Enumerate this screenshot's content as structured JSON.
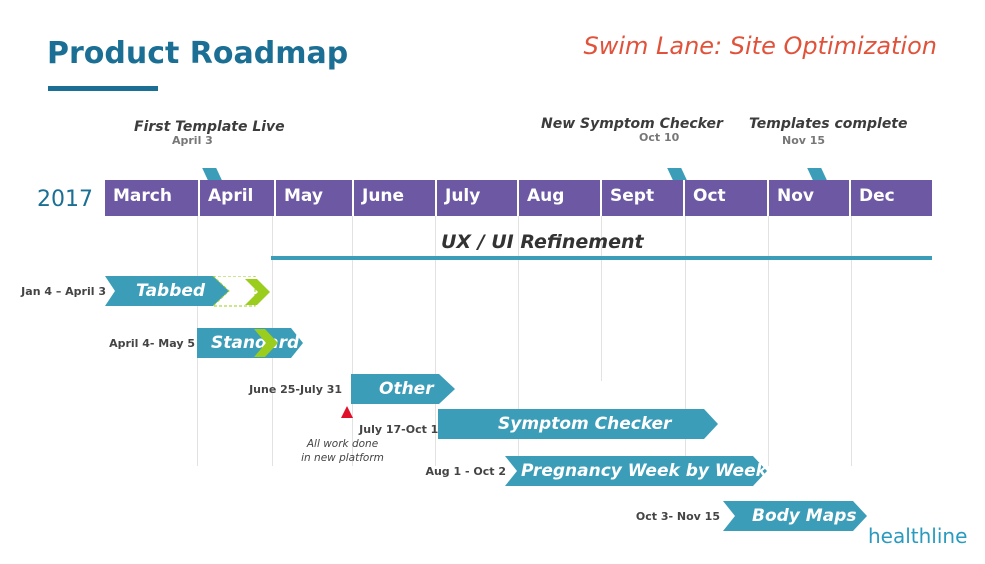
{
  "title": "Product Roadmap",
  "swim_lane": "Swim Lane: Site Optimization",
  "year": "2017",
  "months": [
    "March",
    "April",
    "May",
    "June",
    "July",
    "Aug",
    "Sept",
    "Oct",
    "Nov",
    "Dec"
  ],
  "milestones": [
    {
      "title": "First Template Live",
      "date": "April 3"
    },
    {
      "title": "New Symptom Checker",
      "date": "Oct 10"
    },
    {
      "title": "Templates complete",
      "date": "Nov 15"
    }
  ],
  "refinement_label": "UX / UI Refinement",
  "tasks": [
    {
      "name": "Tabbed",
      "range": "Jan 4 – April 3"
    },
    {
      "name": "Standard",
      "range": "April 4- May 5"
    },
    {
      "name": "Other",
      "range": "June 25-July 31"
    },
    {
      "name": "Symptom Checker",
      "range": "July 17-Oct 10"
    },
    {
      "name": "Pregnancy Week by Week",
      "range": "Aug 1 - Oct 2"
    },
    {
      "name": "Body Maps",
      "range": "Oct 3- Nov 15"
    }
  ],
  "note": {
    "line1": "All work done",
    "line2": "in new platform"
  },
  "logo": "healthline",
  "colors": {
    "title": "#1b6f94",
    "month_bar": "#6d58a4",
    "task": "#3b9db8",
    "swim_lane": "#e0523a",
    "chevron": "#9acd1e",
    "marker": "#e0102a"
  }
}
